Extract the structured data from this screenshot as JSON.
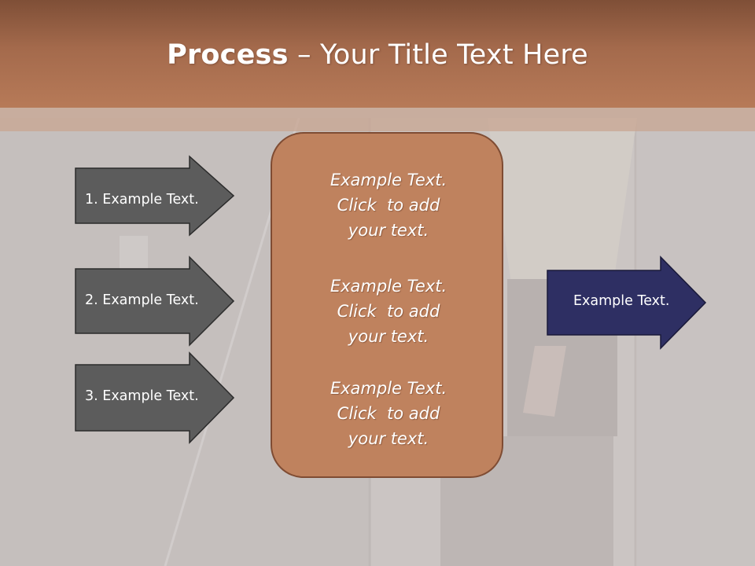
{
  "slide": {
    "title_bold": "Process",
    "title_rest": " – Your Title Text Here"
  },
  "arrows": [
    {
      "label": "1. Example Text."
    },
    {
      "label": "2. Example Text."
    },
    {
      "label": "3. Example Text."
    }
  ],
  "output_arrow": {
    "label": "Example Text."
  },
  "center_box": {
    "blocks": [
      {
        "line1": "Example Text.",
        "line2": "Click  to add",
        "line3": "your text."
      },
      {
        "line1": "Example Text.",
        "line2": "Click  to add",
        "line3": "your text."
      },
      {
        "line1": "Example Text.",
        "line2": "Click  to add",
        "line3": "your text."
      }
    ]
  },
  "colors": {
    "title_bar": "#a46a4c",
    "grey_arrow": "#5c5c5c",
    "output_arrow": "#2e2f63",
    "center_box": "#bf825e"
  }
}
